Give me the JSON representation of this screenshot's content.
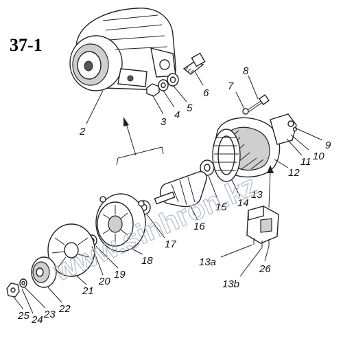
{
  "figure_id": "37-1",
  "watermark": "www.sinhron.kz",
  "callouts": [
    {
      "id": "2",
      "text": "2"
    },
    {
      "id": "3",
      "text": "3"
    },
    {
      "id": "4",
      "text": "4"
    },
    {
      "id": "5",
      "text": "5"
    },
    {
      "id": "6",
      "text": "6"
    },
    {
      "id": "7",
      "text": "7"
    },
    {
      "id": "8",
      "text": "8"
    },
    {
      "id": "9",
      "text": "9"
    },
    {
      "id": "10",
      "text": "10"
    },
    {
      "id": "11",
      "text": "11"
    },
    {
      "id": "12",
      "text": "12"
    },
    {
      "id": "13",
      "text": "13"
    },
    {
      "id": "13a",
      "text": "13a"
    },
    {
      "id": "13b",
      "text": "13b"
    },
    {
      "id": "14",
      "text": "14"
    },
    {
      "id": "15",
      "text": "15"
    },
    {
      "id": "16",
      "text": "16"
    },
    {
      "id": "17",
      "text": "17"
    },
    {
      "id": "18",
      "text": "18"
    },
    {
      "id": "19",
      "text": "19"
    },
    {
      "id": "20",
      "text": "20"
    },
    {
      "id": "21",
      "text": "21"
    },
    {
      "id": "22",
      "text": "22"
    },
    {
      "id": "23",
      "text": "23"
    },
    {
      "id": "24",
      "text": "24"
    },
    {
      "id": "25",
      "text": "25"
    },
    {
      "id": "26",
      "text": "26"
    }
  ]
}
